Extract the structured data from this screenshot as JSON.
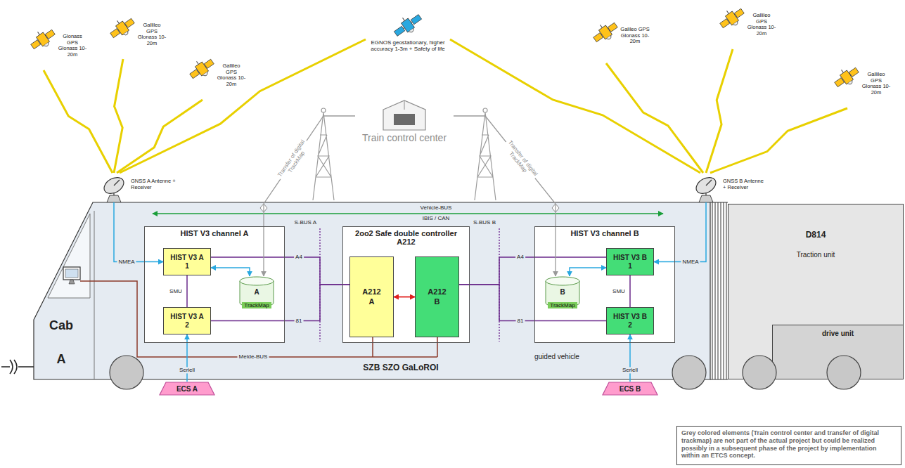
{
  "diagram": {
    "nodes": [
      {
        "text": [
          "Glonass GPS Glonass 10-20m"
        ]
      },
      {
        "text": [
          "Gallileo GPS Glonass 10-20m"
        ]
      },
      {
        "text": [
          "Gallileo GPS Glonass 10-20m"
        ]
      },
      {
        "text": [
          "EGNOS geostationary, higher accuracy 1-3m + Safety of life"
        ]
      },
      {
        "text": [
          "Galileo GPS Glonass 10-20m"
        ]
      },
      {
        "text": [
          "Gallileo GPS Glonass 10-20m"
        ]
      },
      {
        "text": [
          "Gallileo GPS Glonass 10-20m"
        ]
      },
      {
        "text": [
          "Train control center"
        ]
      },
      {
        "text": [
          "GNSS A Antenne + Receiver"
        ]
      },
      {
        "text": [
          "GNSS B Antenne + Receiver"
        ]
      },
      {
        "text": [
          "Cab",
          "A"
        ]
      },
      {
        "text": [
          "HIST V3 channel A"
        ]
      },
      {
        "text": [
          "HIST V3 A 1"
        ],
        "in": 11
      },
      {
        "text": [
          "HIST V3 A 2"
        ],
        "in": 11
      },
      {
        "text": [
          "A",
          "TrackMap"
        ],
        "in": 11
      },
      {
        "text": [
          "2oo2 Safe double controller A212"
        ]
      },
      {
        "text": [
          "A212 A"
        ],
        "in": 15
      },
      {
        "text": [
          "A212 B"
        ],
        "in": 15
      },
      {
        "text": [
          "HIST V3 channel B"
        ]
      },
      {
        "text": [
          "B",
          "TrackMap"
        ],
        "in": 18
      },
      {
        "text": [
          "HIST V3 B 1"
        ],
        "in": 18
      },
      {
        "text": [
          "HIST V3 B 2"
        ],
        "in": 18
      },
      {
        "text": [
          "D814",
          "Traction unit"
        ]
      },
      {
        "text": [
          "drive unit"
        ],
        "in": 22
      },
      {
        "text": [
          "ECS A"
        ]
      },
      {
        "text": [
          "ECS B"
        ]
      },
      {
        "text": [
          "Grey colored elements (Train control center and transfer of digital trackmap) are not part of the actual project but could be realized possibly in a subsequent phase of the project by implementation within an ETCS concept."
        ]
      }
    ],
    "edges": [
      {
        "from": 0,
        "to": 8,
        "arrow": "none"
      },
      {
        "from": 1,
        "to": 8,
        "arrow": "none"
      },
      {
        "from": 2,
        "to": 8,
        "arrow": "none"
      },
      {
        "from": 3,
        "to": 8,
        "arrow": "none"
      },
      {
        "from": 3,
        "to": 9,
        "arrow": "none"
      },
      {
        "from": 4,
        "to": 9,
        "arrow": "none"
      },
      {
        "from": 5,
        "to": 9,
        "arrow": "none"
      },
      {
        "from": 6,
        "to": 9,
        "arrow": "none"
      },
      {
        "from": 8,
        "to": 12,
        "label": "NMEA",
        "arrow": "to"
      },
      {
        "from": 9,
        "to": 20,
        "label": "NMEA",
        "arrow": "to"
      },
      {
        "from": 24,
        "to": 13,
        "label": "Seriell",
        "arrow": "to"
      },
      {
        "from": 25,
        "to": 21,
        "label": "Seriell",
        "arrow": "to"
      },
      {
        "from": 12,
        "to": 14,
        "arrow": "both"
      },
      {
        "from": 12,
        "to": 13,
        "label": "SMU",
        "arrow": "none"
      },
      {
        "from": 20,
        "to": 19,
        "arrow": "both"
      },
      {
        "from": 20,
        "to": 21,
        "label": "SMU",
        "arrow": "none"
      },
      {
        "from": 12,
        "to": 16,
        "label": "A4",
        "arrow": "none"
      },
      {
        "from": 13,
        "to": 16,
        "label": "81",
        "arrow": "none"
      },
      {
        "from": 20,
        "to": 17,
        "label": "A4",
        "arrow": "none"
      },
      {
        "from": 21,
        "to": 17,
        "label": "81",
        "arrow": "none"
      },
      {
        "from": 16,
        "to": 17,
        "arrow": "both"
      },
      {
        "from": 7,
        "to": 14,
        "label": "Transfer of digital TrackMap",
        "arrow": "to"
      },
      {
        "from": 7,
        "to": 19,
        "label": "Transfer of digital TrackMap",
        "arrow": "to"
      }
    ],
    "labels": [
      "S-BUS A",
      "Vehicle-BUS",
      "IBIS / CAN",
      "S-BUS B",
      "Melde-BUS",
      "SZB SZO GaLoROI",
      "guided vehicle"
    ]
  }
}
